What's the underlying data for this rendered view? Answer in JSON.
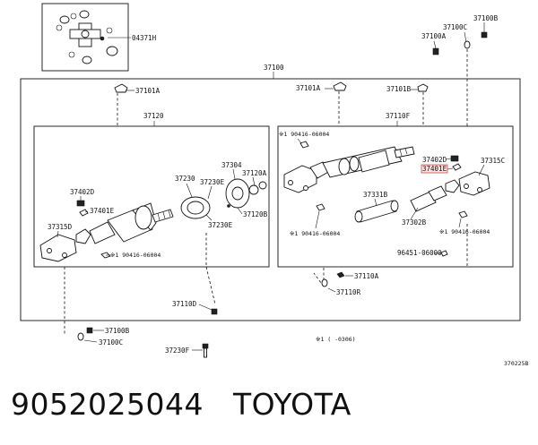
{
  "caption": {
    "part_number": "9052025044",
    "brand": "TOYOTA"
  },
  "labels": {
    "l04371H": "04371H",
    "l37100B_top": "37100B",
    "l37100C_top": "37100C",
    "l37100A_top": "37100A",
    "l37100": "37100",
    "l37101A_left": "37101A",
    "l37101A_mid": "37101A",
    "l37101B": "37101B",
    "l37120": "37120",
    "l37110F": "37110F",
    "l90416_a": "※1 90416-06004",
    "l37402D_right": "37402D",
    "l37401E_right": "37401E",
    "l37315C": "37315C",
    "l37331B": "37331B",
    "l37302B": "37302B",
    "l90416_b": "※1 90416-06004",
    "l90416_c": "※1 90416-06004",
    "l96451": "96451-06000",
    "l37304": "37304",
    "l37230": "37230",
    "l37230E": "37230E",
    "l37120A": "37120A",
    "l37402D_left": "37402D",
    "l37401E_left": "37401E",
    "l37230E_b": "37230E",
    "l37120B": "37120B",
    "l37315D": "37315D",
    "l90416_d": "※1 90416-06004",
    "l37110A": "37110A",
    "l37110R": "37110R",
    "l37110D": "37110D",
    "l37100B_bot": "37100B",
    "l37100C_bot": "37100C",
    "l37230F": "37230F",
    "l_note": "※1 (      -0306)",
    "l_code": "370225B"
  }
}
